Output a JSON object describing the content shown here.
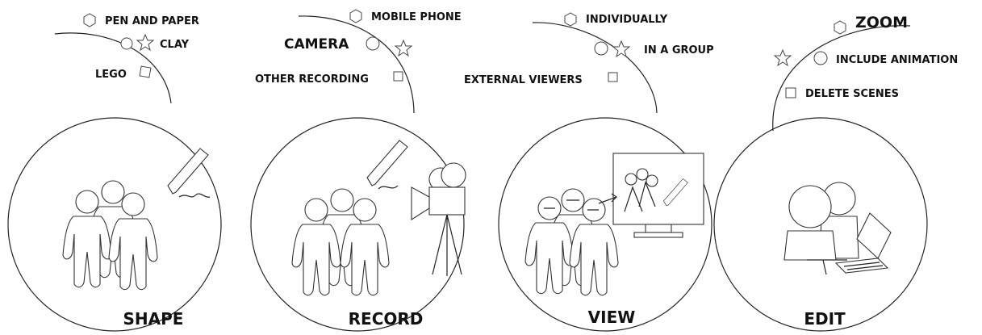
{
  "stages": [
    {
      "title": "SHAPE",
      "options": [
        {
          "label": "PEN AND PAPER",
          "symbol": "hexagon"
        },
        {
          "label": "CLAY",
          "symbol": "star"
        },
        {
          "label": "LEGO",
          "symbol": "square"
        }
      ],
      "extra_symbols": [
        "circle"
      ]
    },
    {
      "title": "RECORD",
      "options": [
        {
          "label": "MOBILE PHONE",
          "symbol": "hexagon"
        },
        {
          "label": "CAMERA",
          "symbol": "circle"
        },
        {
          "label": "OTHER RECORDING",
          "symbol": "square"
        }
      ],
      "extra_symbols": [
        "star"
      ]
    },
    {
      "title": "VIEW",
      "options": [
        {
          "label": "INDIVIDUALLY",
          "symbol": "hexagon"
        },
        {
          "label": "IN A GROUP",
          "symbol": "star"
        },
        {
          "label": "EXTERNAL VIEWERS",
          "symbol": "square"
        }
      ],
      "extra_symbols": [
        "circle"
      ]
    },
    {
      "title": "EDIT",
      "options": [
        {
          "label": "ZOOM",
          "symbol": "hexagon"
        },
        {
          "label": "INCLUDE ANIMATION",
          "symbol": "circle"
        },
        {
          "label": "DELETE SCENES",
          "symbol": "square"
        }
      ],
      "extra_symbols": [
        "star"
      ]
    }
  ]
}
